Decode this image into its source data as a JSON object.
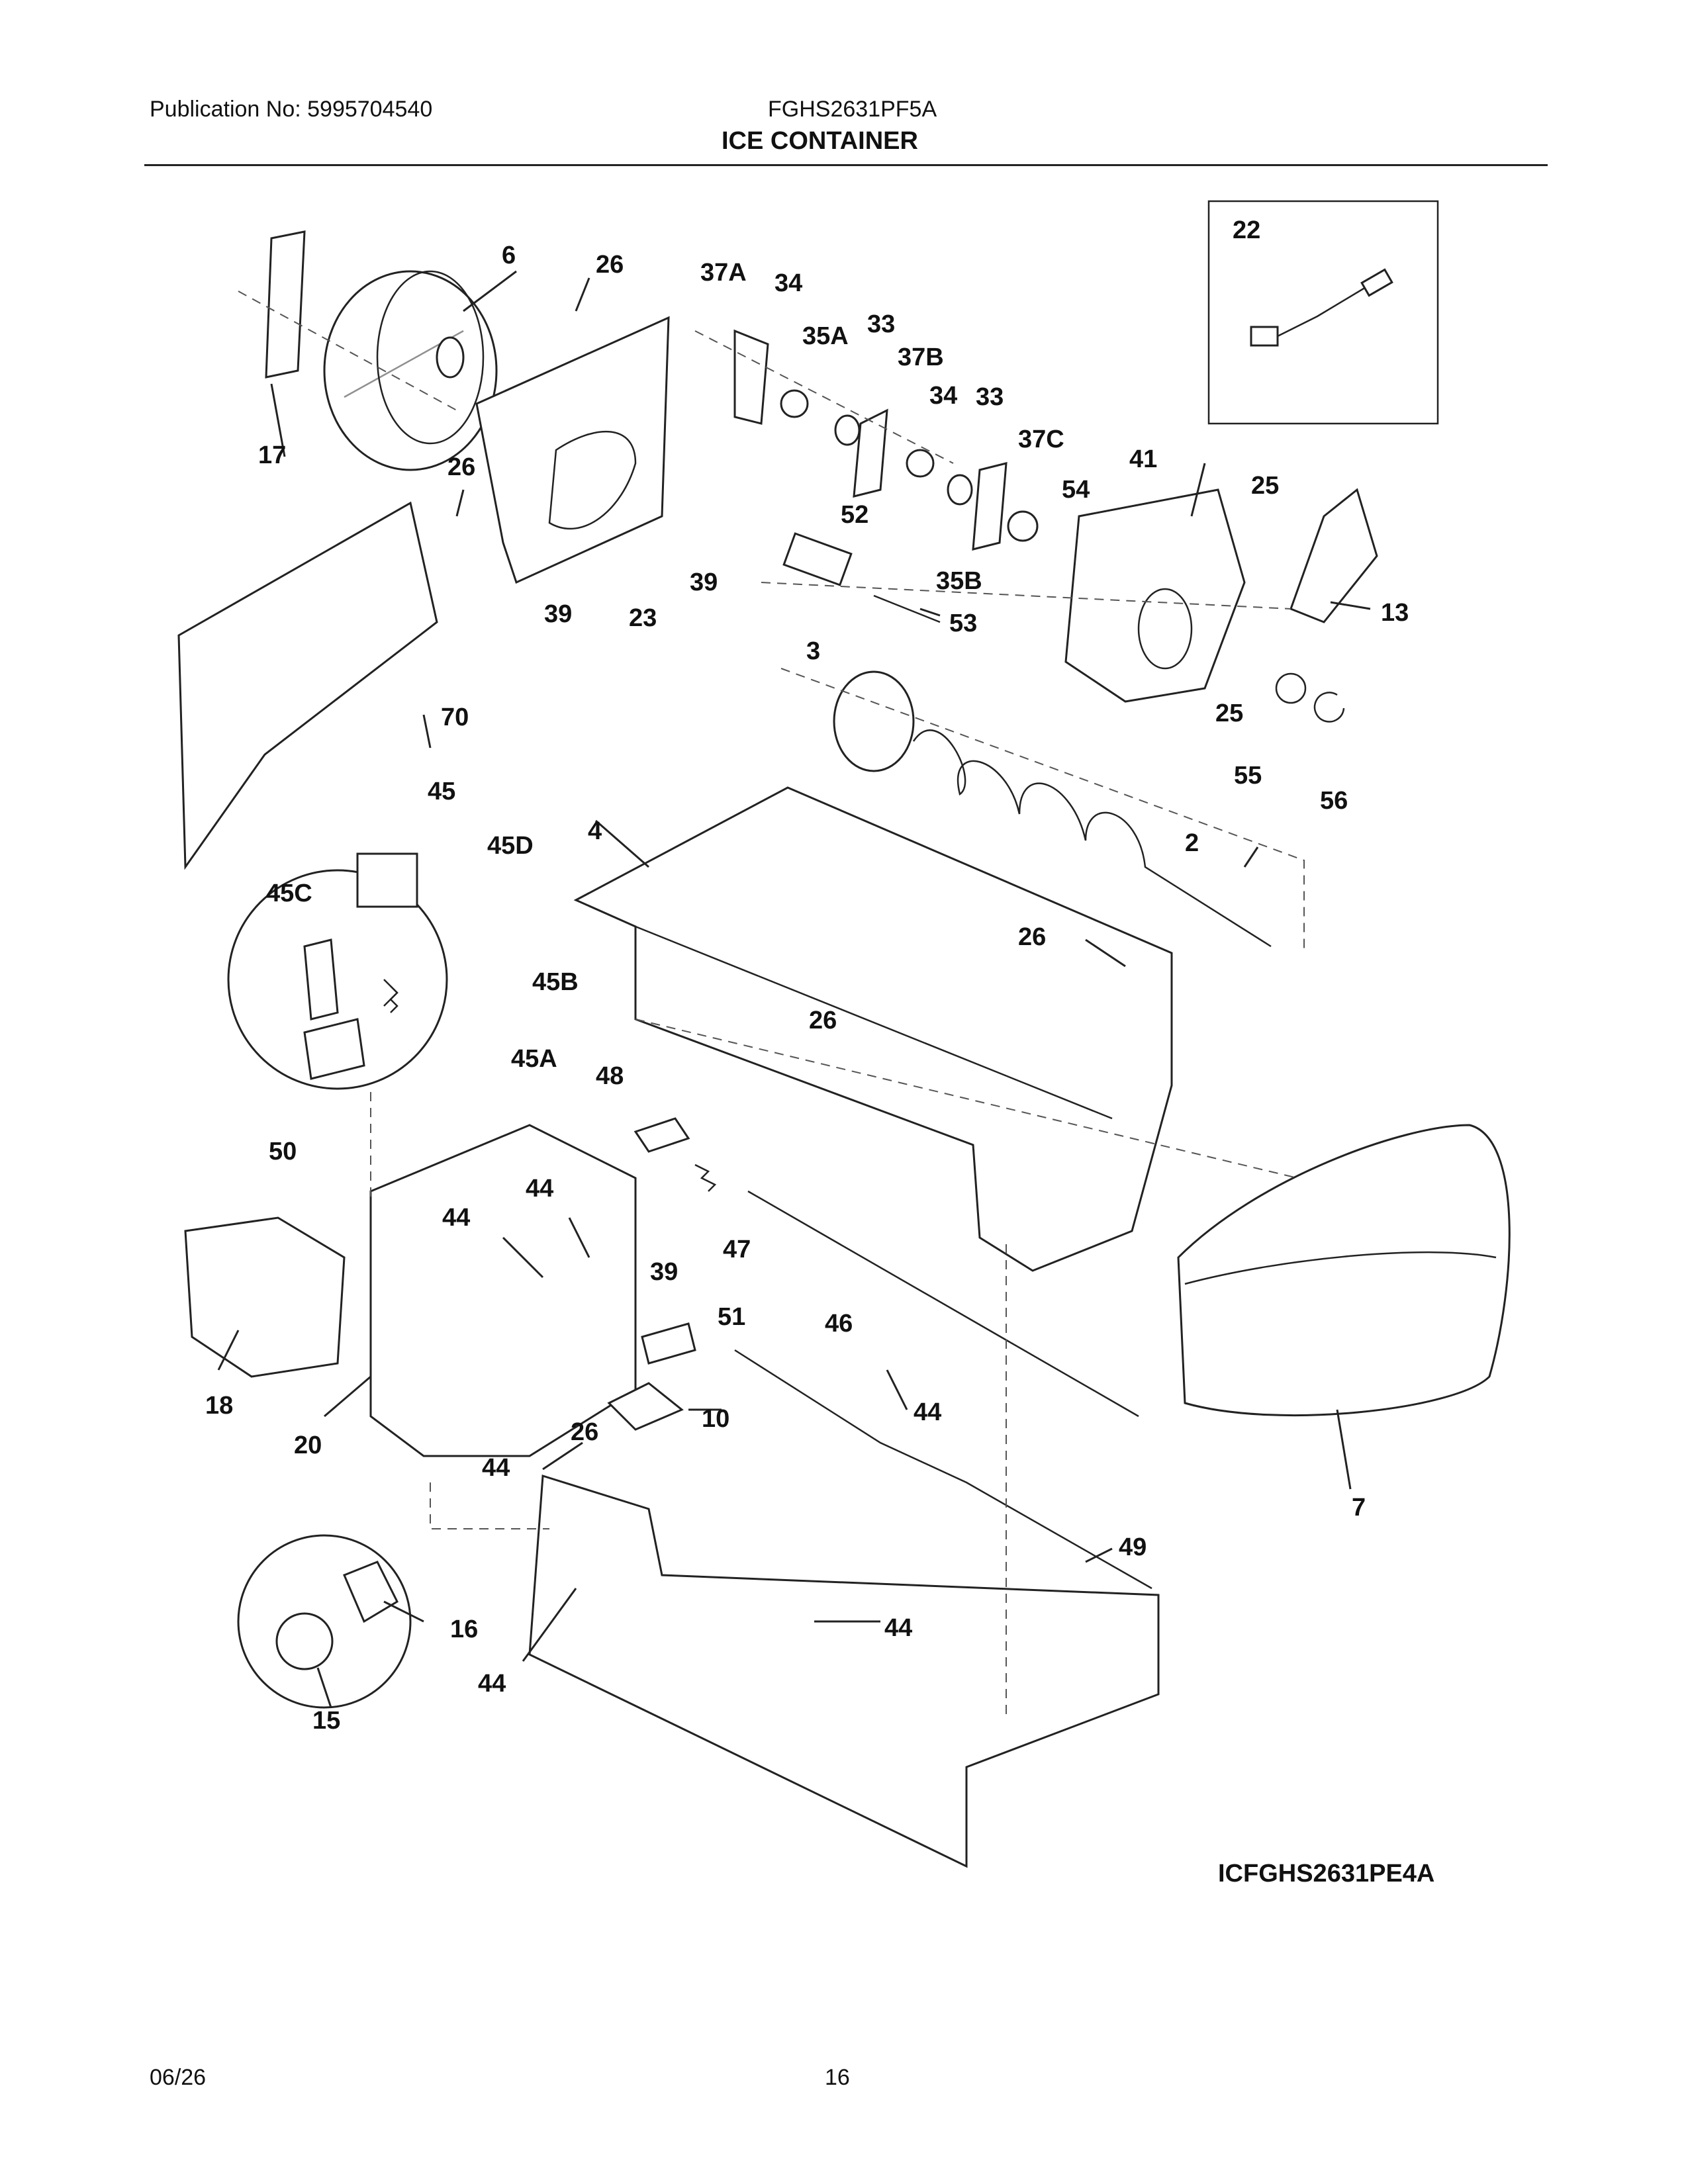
{
  "header": {
    "publication": "Publication No: 5995704540",
    "model": "FGHS2631PF5A",
    "title": "ICE CONTAINER"
  },
  "diagram_code": "ICFGHS2631PE4A",
  "footer": {
    "date": "06/26",
    "page": "16"
  },
  "callouts": [
    {
      "id": "c-22",
      "text": "22"
    },
    {
      "id": "c-6",
      "text": "6"
    },
    {
      "id": "c-26a",
      "text": "26"
    },
    {
      "id": "c-37a",
      "text": "37A"
    },
    {
      "id": "c-34a",
      "text": "34"
    },
    {
      "id": "c-35a",
      "text": "35A"
    },
    {
      "id": "c-33a",
      "text": "33"
    },
    {
      "id": "c-37b",
      "text": "37B"
    },
    {
      "id": "c-34b",
      "text": "34"
    },
    {
      "id": "c-33b",
      "text": "33"
    },
    {
      "id": "c-37c",
      "text": "37C"
    },
    {
      "id": "c-17",
      "text": "17"
    },
    {
      "id": "c-26b",
      "text": "26"
    },
    {
      "id": "c-41",
      "text": "41"
    },
    {
      "id": "c-54",
      "text": "54"
    },
    {
      "id": "c-25a",
      "text": "25"
    },
    {
      "id": "c-52",
      "text": "52"
    },
    {
      "id": "c-35b",
      "text": "35B"
    },
    {
      "id": "c-39a",
      "text": "39"
    },
    {
      "id": "c-39b",
      "text": "39"
    },
    {
      "id": "c-23",
      "text": "23"
    },
    {
      "id": "c-53",
      "text": "53"
    },
    {
      "id": "c-13",
      "text": "13"
    },
    {
      "id": "c-3",
      "text": "3"
    },
    {
      "id": "c-25b",
      "text": "25"
    },
    {
      "id": "c-70",
      "text": "70"
    },
    {
      "id": "c-55",
      "text": "55"
    },
    {
      "id": "c-56",
      "text": "56"
    },
    {
      "id": "c-45",
      "text": "45"
    },
    {
      "id": "c-4",
      "text": "4"
    },
    {
      "id": "c-2",
      "text": "2"
    },
    {
      "id": "c-45d",
      "text": "45D"
    },
    {
      "id": "c-45c",
      "text": "45C"
    },
    {
      "id": "c-26c",
      "text": "26"
    },
    {
      "id": "c-45b",
      "text": "45B"
    },
    {
      "id": "c-26d",
      "text": "26"
    },
    {
      "id": "c-45a",
      "text": "45A"
    },
    {
      "id": "c-48",
      "text": "48"
    },
    {
      "id": "c-50",
      "text": "50"
    },
    {
      "id": "c-44a",
      "text": "44"
    },
    {
      "id": "c-44b",
      "text": "44"
    },
    {
      "id": "c-47",
      "text": "47"
    },
    {
      "id": "c-39c",
      "text": "39"
    },
    {
      "id": "c-51",
      "text": "51"
    },
    {
      "id": "c-46",
      "text": "46"
    },
    {
      "id": "c-18",
      "text": "18"
    },
    {
      "id": "c-20",
      "text": "20"
    },
    {
      "id": "c-26e",
      "text": "26"
    },
    {
      "id": "c-10",
      "text": "10"
    },
    {
      "id": "c-44c",
      "text": "44"
    },
    {
      "id": "c-44d",
      "text": "44"
    },
    {
      "id": "c-7",
      "text": "7"
    },
    {
      "id": "c-49",
      "text": "49"
    },
    {
      "id": "c-16",
      "text": "16"
    },
    {
      "id": "c-44e",
      "text": "44"
    },
    {
      "id": "c-44f",
      "text": "44"
    },
    {
      "id": "c-15",
      "text": "15"
    }
  ]
}
